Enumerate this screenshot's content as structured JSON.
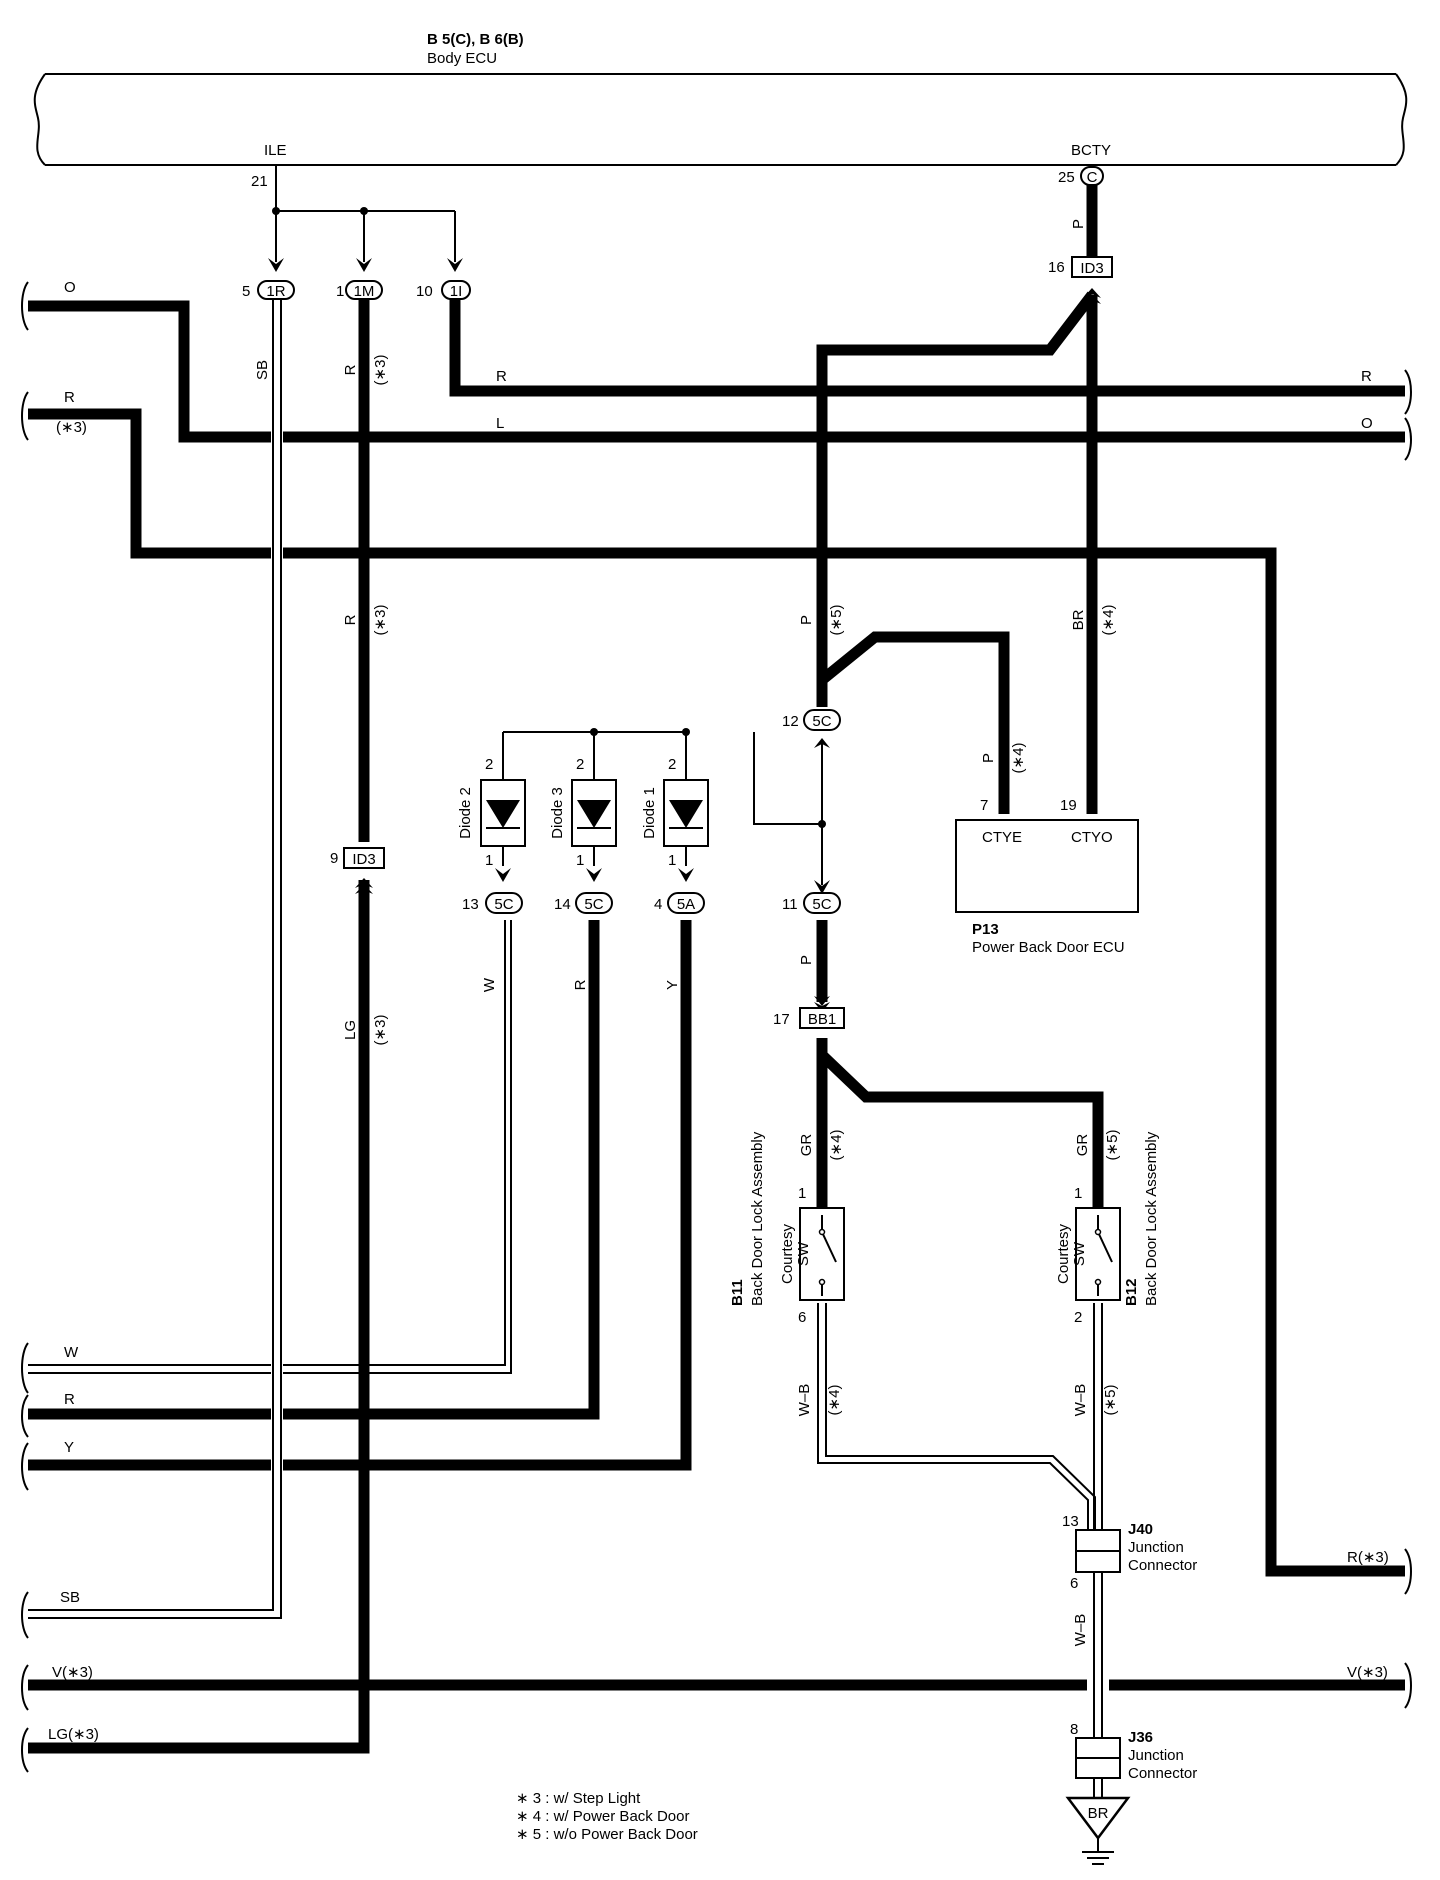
{
  "ecu": {
    "connector": "B 5(C), B 6(B)",
    "name": "Body ECU",
    "terminal_ile": "ILE",
    "terminal_bcty": "BCTY"
  },
  "pins": {
    "ile": "21",
    "bcty": "25",
    "c_1r": "5",
    "c_1m": "1",
    "c_1i": "10",
    "id3_top": "16",
    "id3_left": "9",
    "c5c_12": "12",
    "c5c_11": "11",
    "d_13": "13",
    "d_14": "14",
    "d_4": "4",
    "diode_top1": "2",
    "diode_top2": "2",
    "diode_top3": "2",
    "diode_bot1": "1",
    "diode_bot2": "1",
    "diode_bot3": "1",
    "p13_7": "7",
    "p13_19": "19",
    "bb1": "17",
    "b11_1": "1",
    "b11_6": "6",
    "b12_1": "1",
    "b12_2": "2",
    "j40_13": "13",
    "j40_6": "6",
    "j36_8": "8"
  },
  "connectors": {
    "bcty_c": "C",
    "id3": "ID3",
    "c1r": "1R",
    "c1m": "1M",
    "c1i": "1I",
    "c5c": "5C",
    "c5a": "5A",
    "bb1": "BB1"
  },
  "diodes": [
    "Diode 2",
    "Diode 3",
    "Diode 1"
  ],
  "wires": {
    "left_o": "O",
    "left_r": "R",
    "left_r_note": "(∗3)",
    "sb": "SB",
    "r1m": "R",
    "r1m_note": "(∗3)",
    "r_mid": "R",
    "r_mid_note": "(∗3)",
    "lg": "LG",
    "lg_note": "(∗3)",
    "r_top": "R",
    "l_mid": "L",
    "right_r": "R",
    "right_o": "O",
    "p_bcty": "P",
    "p5": "P",
    "p5_note": "(∗5)",
    "br4": "BR",
    "br4_note": "(∗4)",
    "p4": "P",
    "p4_note": "(∗4)",
    "w": "W",
    "r": "R",
    "y": "Y",
    "p_bb1": "P",
    "gr4": "GR",
    "gr4_note": "(∗4)",
    "gr5": "GR",
    "gr5_note": "(∗5)",
    "wb4": "W–B",
    "wb4_note": "(∗4)",
    "wb5": "W–B",
    "wb5_note": "(∗5)",
    "wb": "W–B",
    "bl_w": "W",
    "bl_r": "R",
    "bl_y": "Y",
    "bl_sb": "SB",
    "bl_v": "V(∗3)",
    "bl_lg": "LG(∗3)",
    "br_r": "R(∗3)",
    "br_v": "V(∗3)"
  },
  "p13": {
    "id": "P13",
    "name": "Power Back Door ECU",
    "ctye": "CTYE",
    "ctyo": "CTYO"
  },
  "b11": {
    "id": "B11",
    "name": "Back Door Lock Assembly",
    "sw1": "Courtesy",
    "sw2": "SW"
  },
  "b12": {
    "id": "B12",
    "name": "Back Door Lock Assembly",
    "sw1": "Courtesy",
    "sw2": "SW"
  },
  "j40": {
    "id": "J40",
    "name1": "Junction",
    "name2": "Connector"
  },
  "j36": {
    "id": "J36",
    "name1": "Junction",
    "name2": "Connector"
  },
  "ground": "BR",
  "notes": [
    "∗ 3 : w/ Step Light",
    "∗ 4 : w/ Power Back Door",
    "∗ 5 : w/o Power Back Door"
  ]
}
